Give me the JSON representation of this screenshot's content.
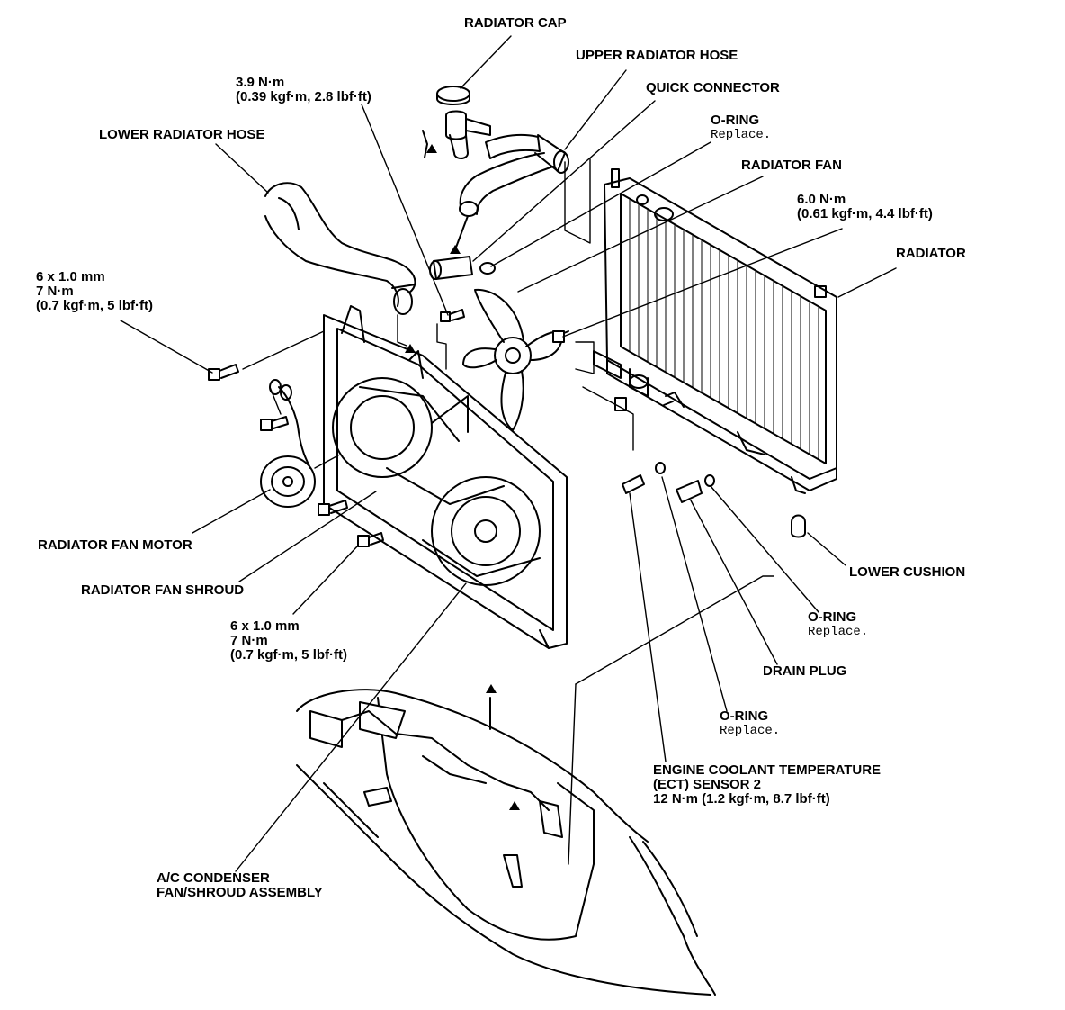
{
  "labels": {
    "radiator_cap": "RADIATOR CAP",
    "upper_radiator_hose": "UPPER RADIATOR HOSE",
    "quick_connector": "QUICK CONNECTOR",
    "oring_top": "O-RING",
    "oring_top_note": "Replace.",
    "radiator_fan": "RADIATOR FAN",
    "torque_top": [
      "3.9 N·m",
      "(0.39 kgf·m, 2.8 lbf·ft)"
    ],
    "lower_radiator_hose": "LOWER RADIATOR HOSE",
    "torque_radiator": [
      "6.0 N·m",
      "(0.61 kgf·m, 4.4 lbf·ft)"
    ],
    "radiator": "RADIATOR",
    "bolt_left": [
      "6 x 1.0 mm",
      "7 N·m",
      "(0.7 kgf·m, 5 lbf·ft)"
    ],
    "radiator_fan_motor": "RADIATOR FAN MOTOR",
    "radiator_fan_shroud": "RADIATOR FAN SHROUD",
    "lower_cushion": "LOWER CUSHION",
    "bolt_center": [
      "6 x 1.0 mm",
      "7 N·m",
      "(0.7 kgf·m, 5 lbf·ft)"
    ],
    "oring_drain": "O-RING",
    "oring_drain_note": "Replace.",
    "drain_plug": "DRAIN PLUG",
    "oring_sensor": "O-RING",
    "oring_sensor_note": "Replace.",
    "ect_sensor": [
      "ENGINE COOLANT TEMPERATURE",
      "(ECT) SENSOR 2",
      "12 N·m (1.2 kgf·m, 8.7 lbf·ft)"
    ],
    "ac_condenser": [
      "A/C CONDENSER",
      "FAN/SHROUD ASSEMBLY"
    ]
  }
}
